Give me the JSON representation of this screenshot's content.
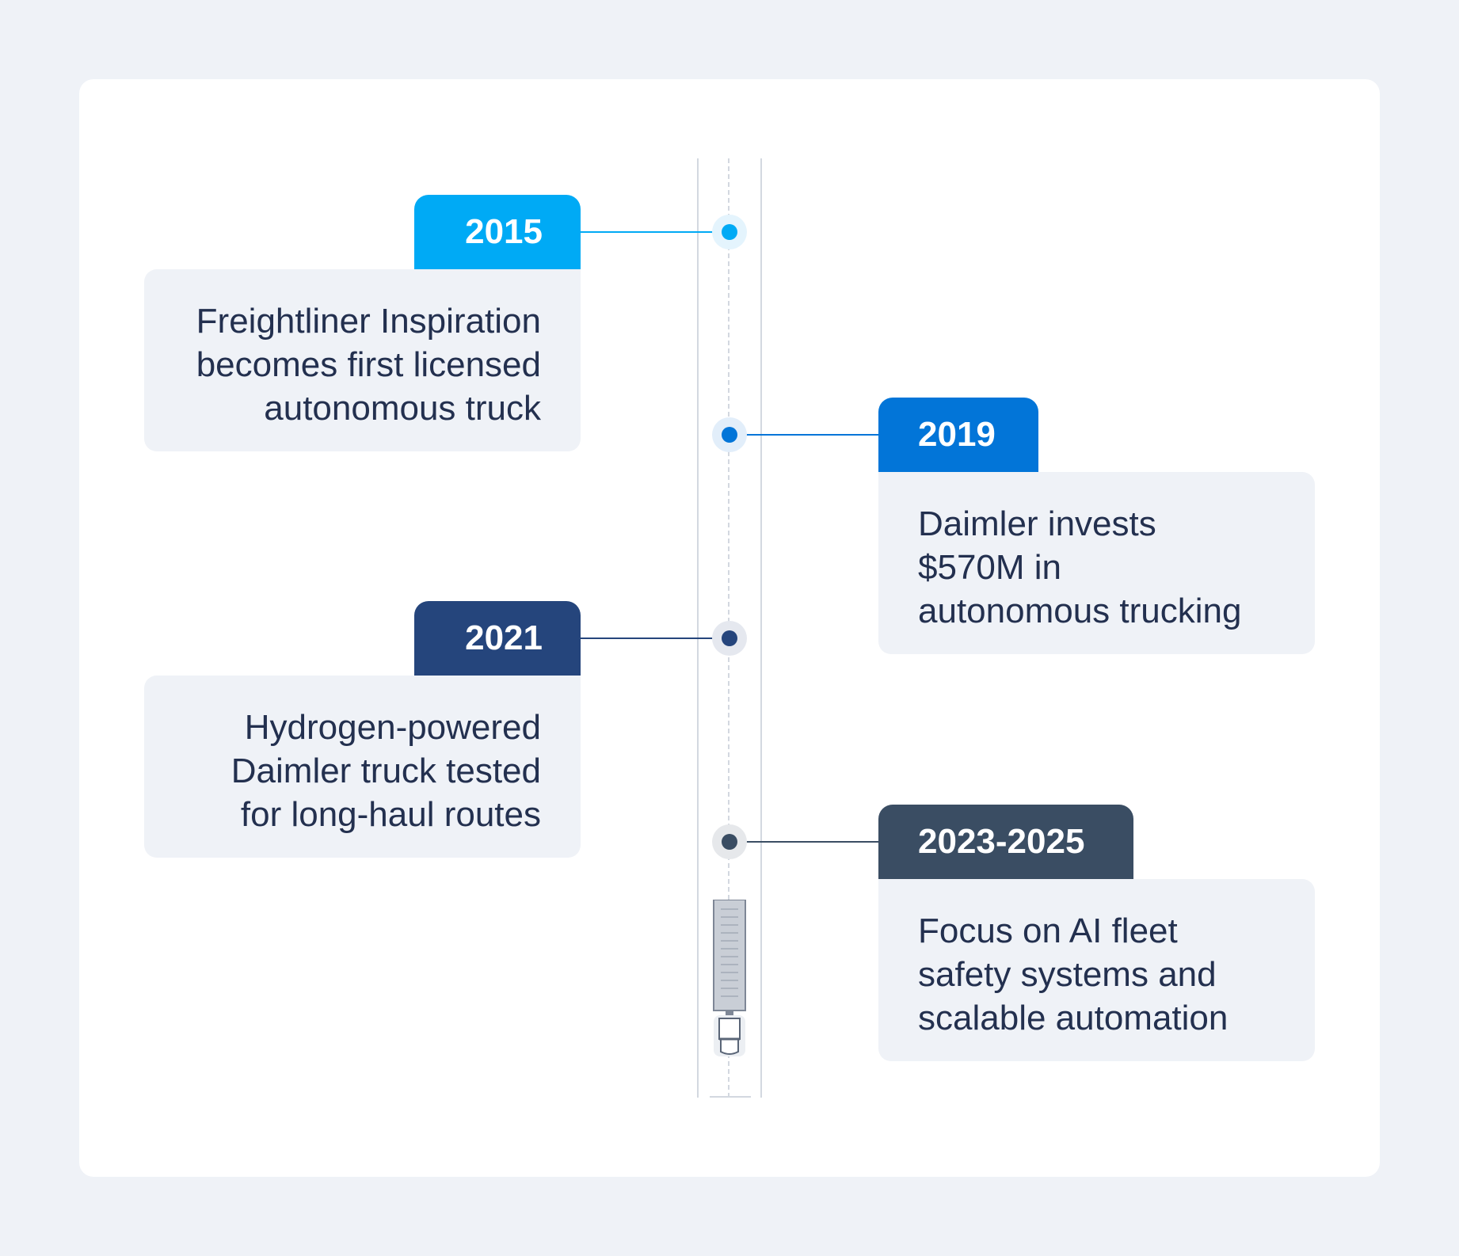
{
  "timeline": {
    "events": [
      {
        "year": "2015",
        "lines": [
          "Freightliner Inspiration",
          "becomes first licensed",
          "autonomous truck"
        ],
        "color": "#00aaf5"
      },
      {
        "year": "2019",
        "lines": [
          "Daimler invests",
          "$570M in",
          "autonomous trucking"
        ],
        "color": "#0275d8"
      },
      {
        "year": "2021",
        "lines": [
          "Hydrogen-powered",
          "Daimler truck tested",
          "for long-haul routes"
        ],
        "color": "#25457c"
      },
      {
        "year": "2023-2025",
        "lines": [
          "Focus on AI fleet",
          "safety systems and",
          "scalable automation"
        ],
        "color": "#3a4d63"
      }
    ],
    "road_color": "#d3d8e0",
    "box_color": "#eff2f7",
    "text_color": "#23304f",
    "icon": "truck-icon"
  }
}
